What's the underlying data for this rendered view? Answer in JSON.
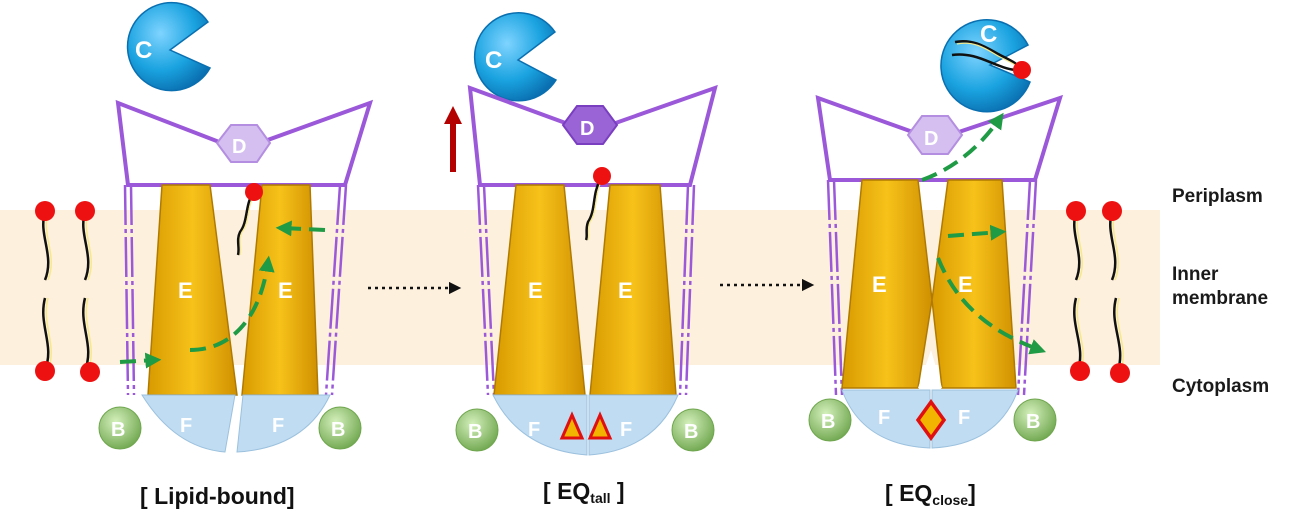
{
  "regions": {
    "periplasm": "Periplasm",
    "inner_membrane_line1": "Inner",
    "inner_membrane_line2": "membrane",
    "cytoplasm": "Cytoplasm"
  },
  "states": [
    {
      "prefix": "[ ",
      "main": "Lipid-bound",
      "sub": "",
      "suffix": "]"
    },
    {
      "prefix": "[ ",
      "main": "EQ",
      "sub": "tall",
      "suffix": " ]"
    },
    {
      "prefix": "[ ",
      "main": "EQ",
      "sub": "close",
      "suffix": "]"
    }
  ],
  "subunits": {
    "C": "C",
    "D": "D",
    "E": "E",
    "F": "F",
    "B": "B"
  },
  "colors": {
    "membrane": "#fdf0dc",
    "subunit_C": "#1aa3e0",
    "subunit_D": "#b48ee0",
    "subunit_E": "#f2b400",
    "subunit_F": "#bfdcf2",
    "subunit_B": "#8cc06a",
    "frame": "#9b59d9",
    "lipid_head": "#ee1111",
    "flow_arrow": "#1f9a45",
    "lift_arrow": "#b30000"
  }
}
